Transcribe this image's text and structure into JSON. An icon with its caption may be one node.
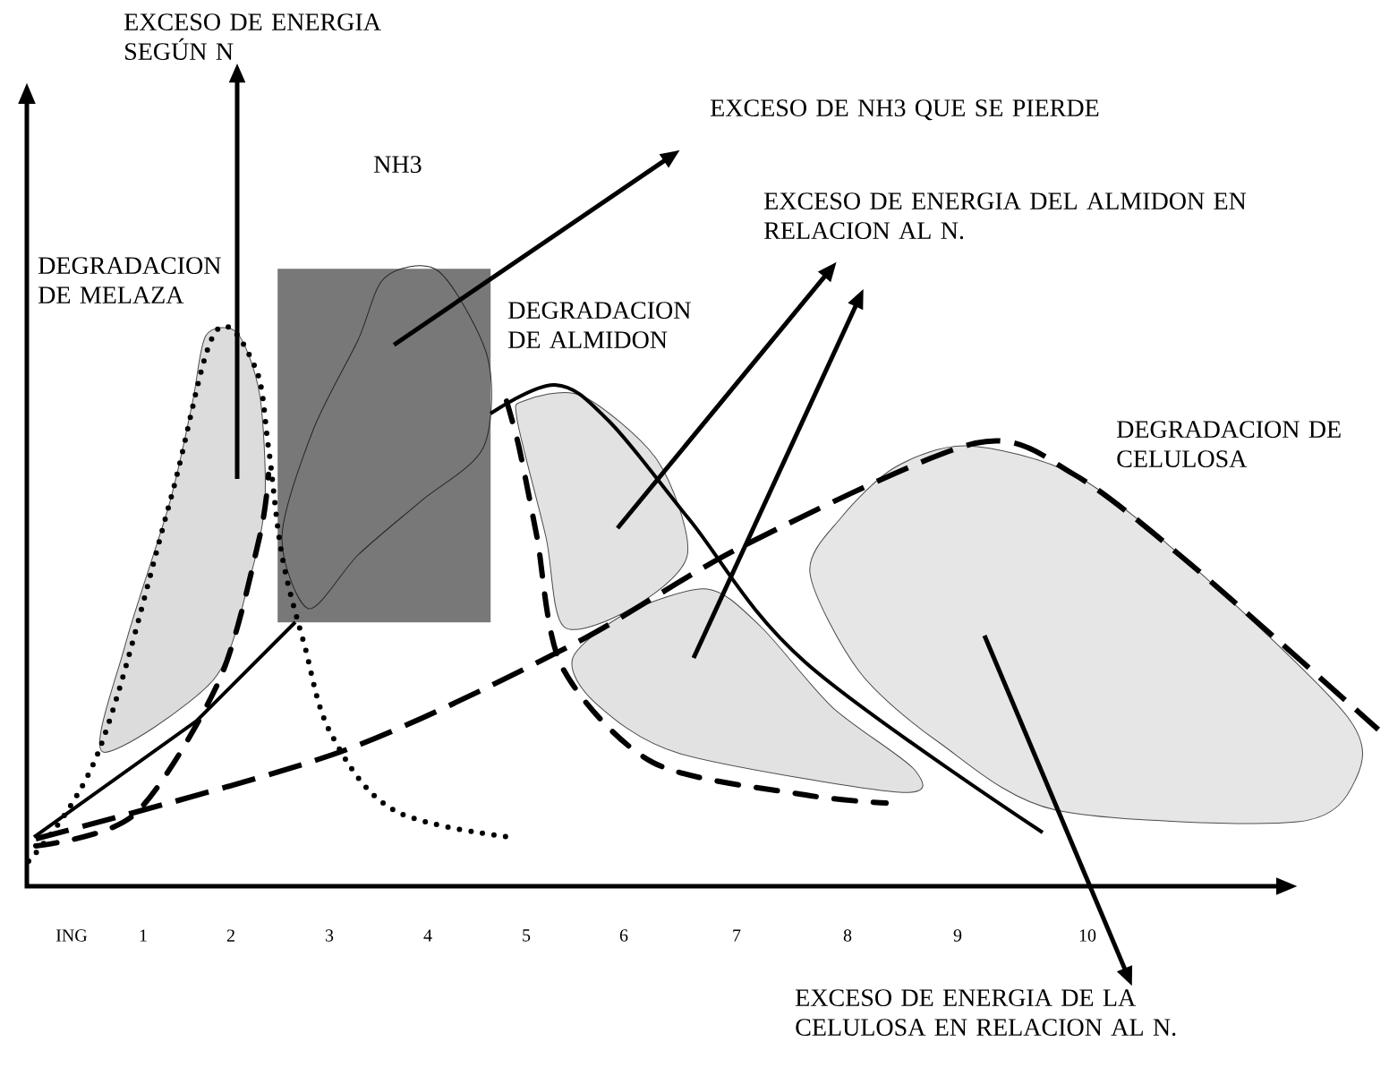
{
  "diagram": {
    "nodes": [
      {
        "text": [
          "EXCESO DE ENERGIA SEGÚN N"
        ]
      },
      {
        "text": [],
        "shape": "blob"
      },
      {
        "text": [],
        "shape": "box"
      },
      {
        "text": [
          "EXCESO DE NH3 QUE SE PIERDE"
        ]
      },
      {
        "text": [
          "EXCESO DE ENERGIA DEL ALMIDON EN RELACION AL N."
        ]
      },
      {
        "text": [],
        "shape": "blob"
      },
      {
        "text": [],
        "shape": "blob"
      },
      {
        "text": [],
        "shape": "blob"
      },
      {
        "text": [
          "EXCESO DE ENERGIA DE LA CELULOSA EN RELACION AL N."
        ]
      }
    ],
    "edges": [
      {
        "from": 1,
        "to": 0,
        "arrow": "to"
      },
      {
        "from": 2,
        "to": 3,
        "arrow": "to"
      },
      {
        "from": 5,
        "to": 4,
        "arrow": "to"
      },
      {
        "from": 6,
        "to": 4,
        "arrow": "to"
      },
      {
        "from": 7,
        "to": 8,
        "arrow": "to"
      }
    ],
    "labels": [
      "NH3",
      "DEGRADACION DE MELAZA",
      "DEGRADACION DE ALMIDON",
      "DEGRADACION DE CELULOSA",
      "ING",
      "1",
      "2",
      "3",
      "4",
      "5",
      "6",
      "7",
      "8",
      "9",
      "10"
    ]
  }
}
